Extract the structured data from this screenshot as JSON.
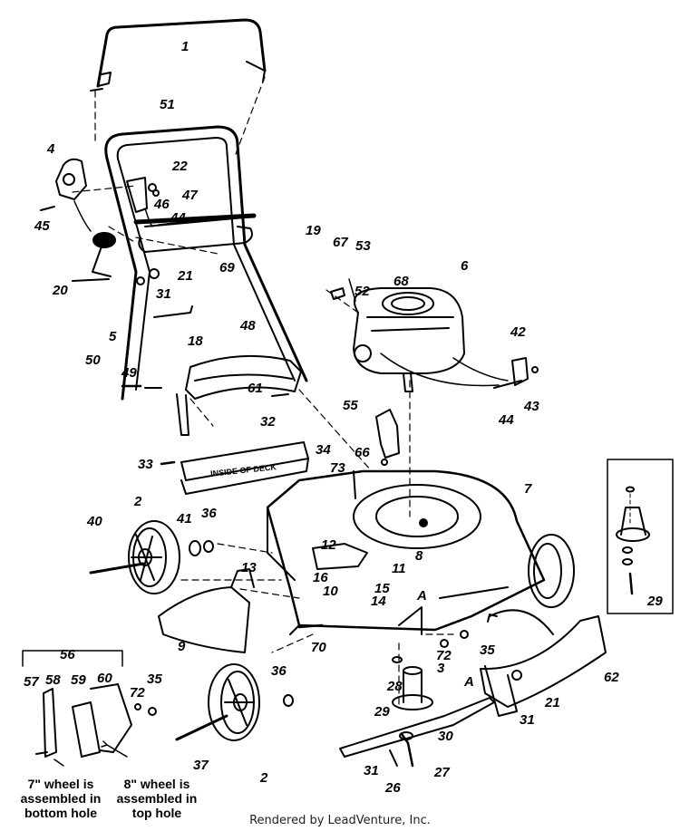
{
  "diagram": {
    "part_numbers": {
      "p1": "1",
      "p51": "51",
      "p4": "4",
      "p22": "22",
      "p47": "47",
      "p46": "46",
      "p45": "45",
      "p44a": "44",
      "p19": "19",
      "p69": "69",
      "p20": "20",
      "p21a": "21",
      "p31a": "31",
      "p5": "5",
      "p18": "18",
      "p48": "48",
      "p50": "50",
      "p49": "49",
      "p61": "61",
      "p32": "32",
      "p33": "33",
      "p34": "34",
      "p67": "67",
      "p53": "53",
      "p68": "68",
      "p6": "6",
      "p52": "52",
      "p42": "42",
      "p43": "43",
      "p44b": "44",
      "p55": "55",
      "p66": "66",
      "p73": "73",
      "p7": "7",
      "p2a": "2",
      "p40": "40",
      "p41": "41",
      "p36a": "36",
      "p12": "12",
      "p16": "16",
      "p10": "10",
      "p11": "11",
      "p8": "8",
      "p15": "15",
      "p14": "14",
      "p13": "13",
      "p9": "9",
      "p70": "70",
      "pA1": "A",
      "p72a": "72",
      "p35a": "35",
      "p29a": "29",
      "p56": "56",
      "p57": "57",
      "p58": "58",
      "p59": "59",
      "p60": "60",
      "p35b": "35",
      "p72b": "72",
      "p36b": "36",
      "p37": "37",
      "p2b": "2",
      "p28": "28",
      "p3": "3",
      "p29b": "29",
      "p30": "30",
      "p31b": "31",
      "p26": "26",
      "p27": "27",
      "p62": "62",
      "pA2": "A",
      "p21b": "21",
      "p31c": "31"
    },
    "deck_label": "INSIDE OF DECK",
    "note_bottom_hole": "7\" wheel is assembled in bottom hole",
    "note_top_hole": "8\" wheel is assembled in top hole",
    "footer": "Rendered by LeadVenture, Inc.",
    "line_color": "#000000"
  }
}
